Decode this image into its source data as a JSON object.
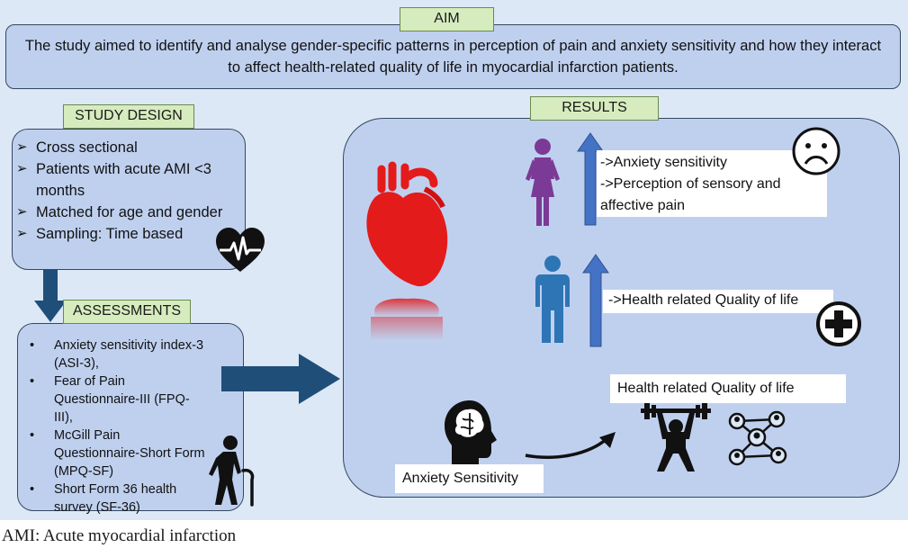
{
  "aim": {
    "label": "AIM",
    "text": "The study aimed to identify and analyse gender-specific patterns in perception of pain and anxiety sensitivity and how they interact to affect health-related quality of life in myocardial infarction patients."
  },
  "study_design": {
    "label": "STUDY DESIGN",
    "items": [
      "Cross sectional",
      "Patients with acute AMI <3 months",
      "Matched for age and gender",
      "Sampling: Time based"
    ]
  },
  "assessments": {
    "label": "ASSESSMENTS",
    "items": [
      "Anxiety sensitivity index-3 (ASI-3),",
      "Fear of Pain Questionnaire-III (FPQ-III),",
      "McGill Pain Questionnaire-Short Form (MPQ-SF)",
      "Short Form 36 health survey (SF-36)"
    ]
  },
  "results": {
    "label": "RESULTS",
    "female_line1": "->Anxiety sensitivity",
    "female_line2": "->Perception of sensory and affective pain",
    "male_line": "->Health related Quality of life",
    "hrqol_label": "Health related Quality of life",
    "anxiety_label": "Anxiety Sensitivity"
  },
  "caption": "AMI: Acute myocardial infarction",
  "colors": {
    "label_fill": "#d6ecbe",
    "box_fill": "#bfd0ef",
    "arrow_dark": "#1f4e79",
    "arrow_up": "#4472c4",
    "female": "#7b3a96",
    "male": "#2e75b6",
    "heart": "#e31b1b"
  },
  "icons": [
    "heartbeat-icon",
    "heart-icon",
    "female-person-icon",
    "male-person-icon",
    "sad-face-icon",
    "plus-circle-icon",
    "brain-head-icon",
    "weightlifter-icon",
    "network-icon",
    "elderly-person-icon"
  ]
}
